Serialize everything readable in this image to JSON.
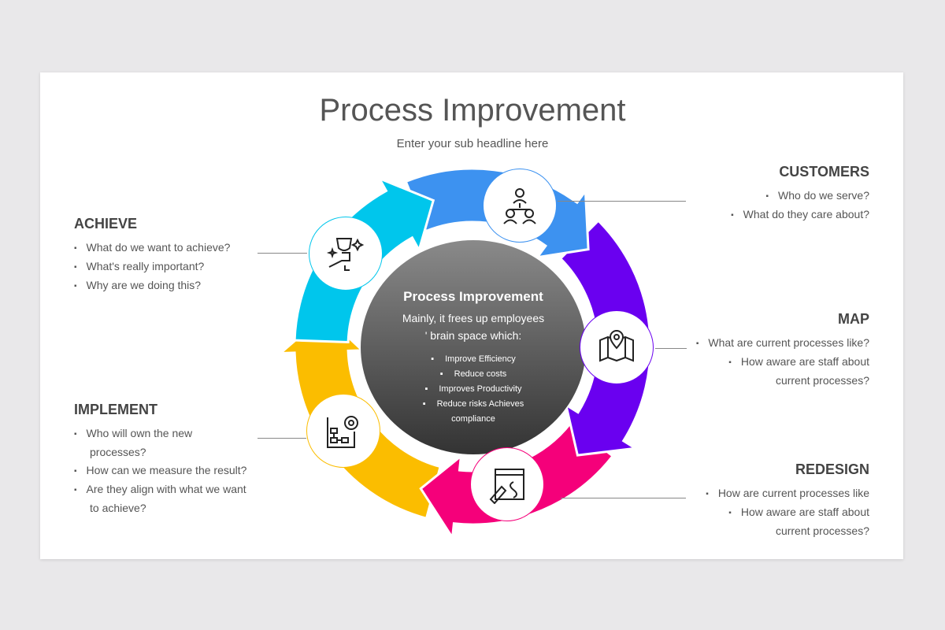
{
  "title": "Process Improvement",
  "subtitle": "Enter your sub headline here",
  "center": {
    "title": "Process Improvement",
    "text1": "Mainly, it frees up employees",
    "text2": "' brain space which:",
    "items": [
      "Improve Efficiency",
      "Reduce costs",
      "Improves Productivity",
      "Reduce risks Achieves",
      "compliance"
    ]
  },
  "colors": {
    "customers": "#3d92f0",
    "map": "#6a00f0",
    "redesign": "#f5007a",
    "implement": "#fbbd00",
    "achieve": "#00c6ec"
  },
  "sections": {
    "achieve": {
      "title": "ACHIEVE",
      "items": [
        "What do we want to achieve?",
        "What's really important?",
        "Why are we doing this?"
      ]
    },
    "implement": {
      "title": "IMPLEMENT",
      "items": [
        "Who will own the new",
        "processes?",
        "How can we measure the result?",
        "Are they align with what we want",
        "to achieve?"
      ]
    },
    "customers": {
      "title": "CUSTOMERS",
      "items": [
        "Who do we serve?",
        "What do they care about?"
      ]
    },
    "map": {
      "title": "MAP",
      "items": [
        "What are current processes like?",
        "How aware are staff about",
        "current processes?"
      ]
    },
    "redesign": {
      "title": "REDESIGN",
      "items": [
        "How are current processes like",
        "How aware are staff about",
        "current processes?"
      ]
    }
  }
}
